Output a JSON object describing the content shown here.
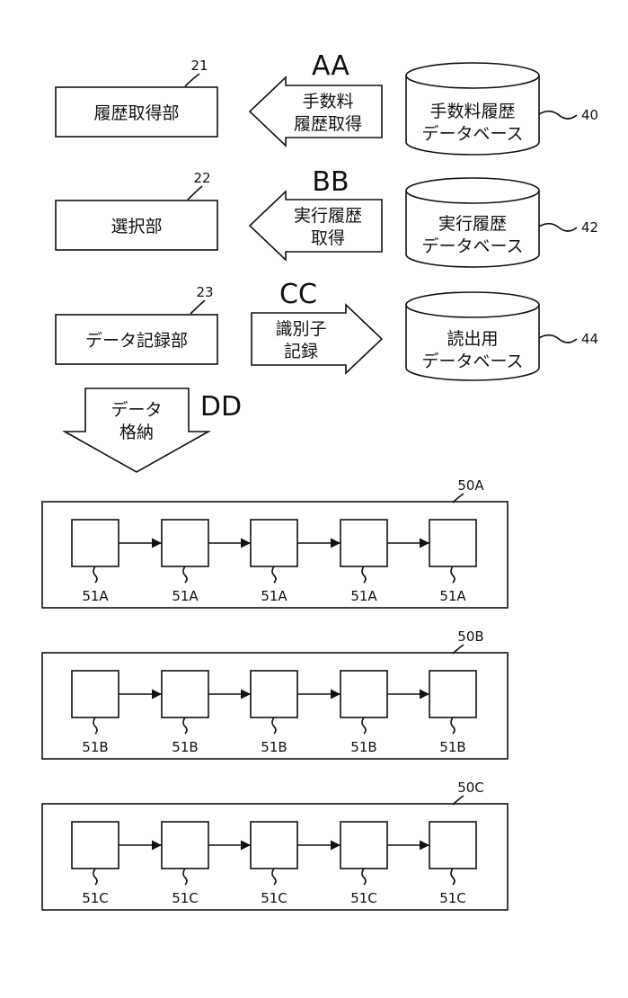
{
  "units": [
    {
      "ref": "21",
      "label": "履歴取得部"
    },
    {
      "ref": "22",
      "label": "選択部"
    },
    {
      "ref": "23",
      "label": "データ記録部"
    }
  ],
  "arrows": [
    {
      "tag": "AA",
      "lines": [
        "手数料",
        "履歴取得"
      ]
    },
    {
      "tag": "BB",
      "lines": [
        "実行履歴",
        "取得"
      ]
    },
    {
      "tag": "CC",
      "lines": [
        "識別子",
        "記録"
      ]
    },
    {
      "tag": "DD",
      "lines": [
        "データ",
        "格納"
      ]
    }
  ],
  "databases": [
    {
      "ref": "40",
      "lines": [
        "手数料履歴",
        "データベース"
      ]
    },
    {
      "ref": "42",
      "lines": [
        "実行履歴",
        "データベース"
      ]
    },
    {
      "ref": "44",
      "lines": [
        "読出用",
        "データベース"
      ]
    }
  ],
  "chains": [
    {
      "ref": "50A",
      "block_label": "51A",
      "count": 5
    },
    {
      "ref": "50B",
      "block_label": "51B",
      "count": 5
    },
    {
      "ref": "50C",
      "block_label": "51C",
      "count": 5
    }
  ]
}
